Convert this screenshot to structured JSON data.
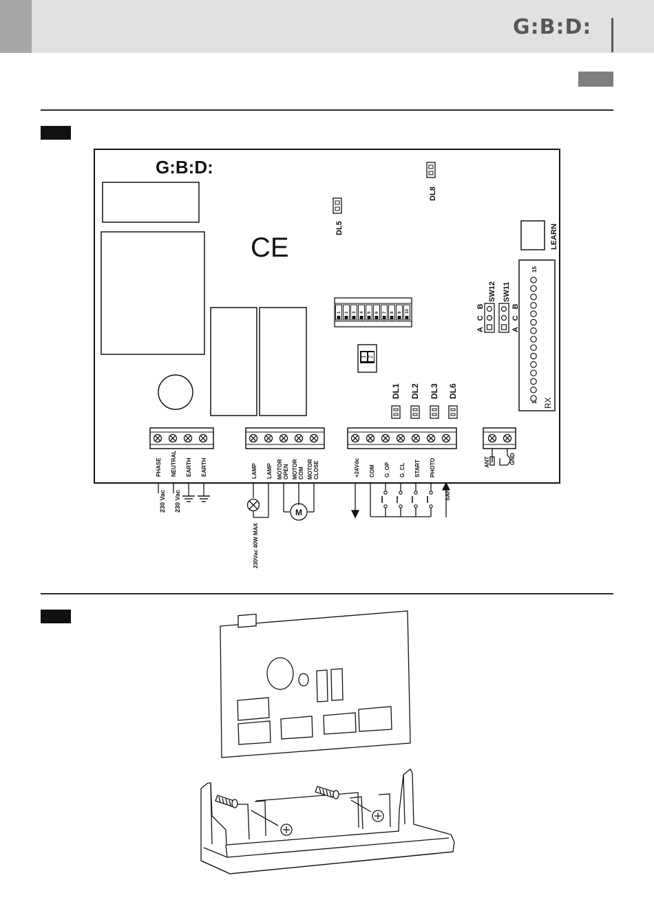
{
  "header": {
    "brand_logo": "G:B:D:"
  },
  "board": {
    "brand_logo": "G:B:D:",
    "ce_mark": "CE",
    "connectors": {
      "dl5": "DL5",
      "dl8": "DL8",
      "learn": "LEARN",
      "sw12": "SW12",
      "sw11": "SW11",
      "sw12_pins": "A C B",
      "sw11_pins": "A C B",
      "dl1": "DL1",
      "dl2": "DL2",
      "dl3": "DL3",
      "dl6": "DL6",
      "rx": "RX",
      "rx_pin_first": "1",
      "rx_pin_last": "15",
      "jumper_1": "1",
      "jumper_2": "2"
    },
    "dip_numbers": [
      "1",
      "2",
      "3",
      "4",
      "5",
      "6",
      "7",
      "8",
      "9",
      "10"
    ],
    "terminals_power": [
      "PHASE",
      "NEUTRAL",
      "EARTH",
      "EARTH"
    ],
    "supply_labels": [
      "230 Vac",
      "230 Vac"
    ],
    "terminals_motor": [
      "LAMP",
      "LAMP",
      "MOTOR OPEN",
      "MOTOR COM",
      "MOTOR CLOSE"
    ],
    "motor_symbol": "M",
    "lamp_note": "230Vac 40W MAX",
    "terminals_control": [
      "+24Vdc",
      "COM",
      "G_OP",
      "G_CL",
      "START",
      "PHOTO",
      "SAF"
    ],
    "terminals_antenna": [
      "ANT",
      "GND"
    ]
  }
}
